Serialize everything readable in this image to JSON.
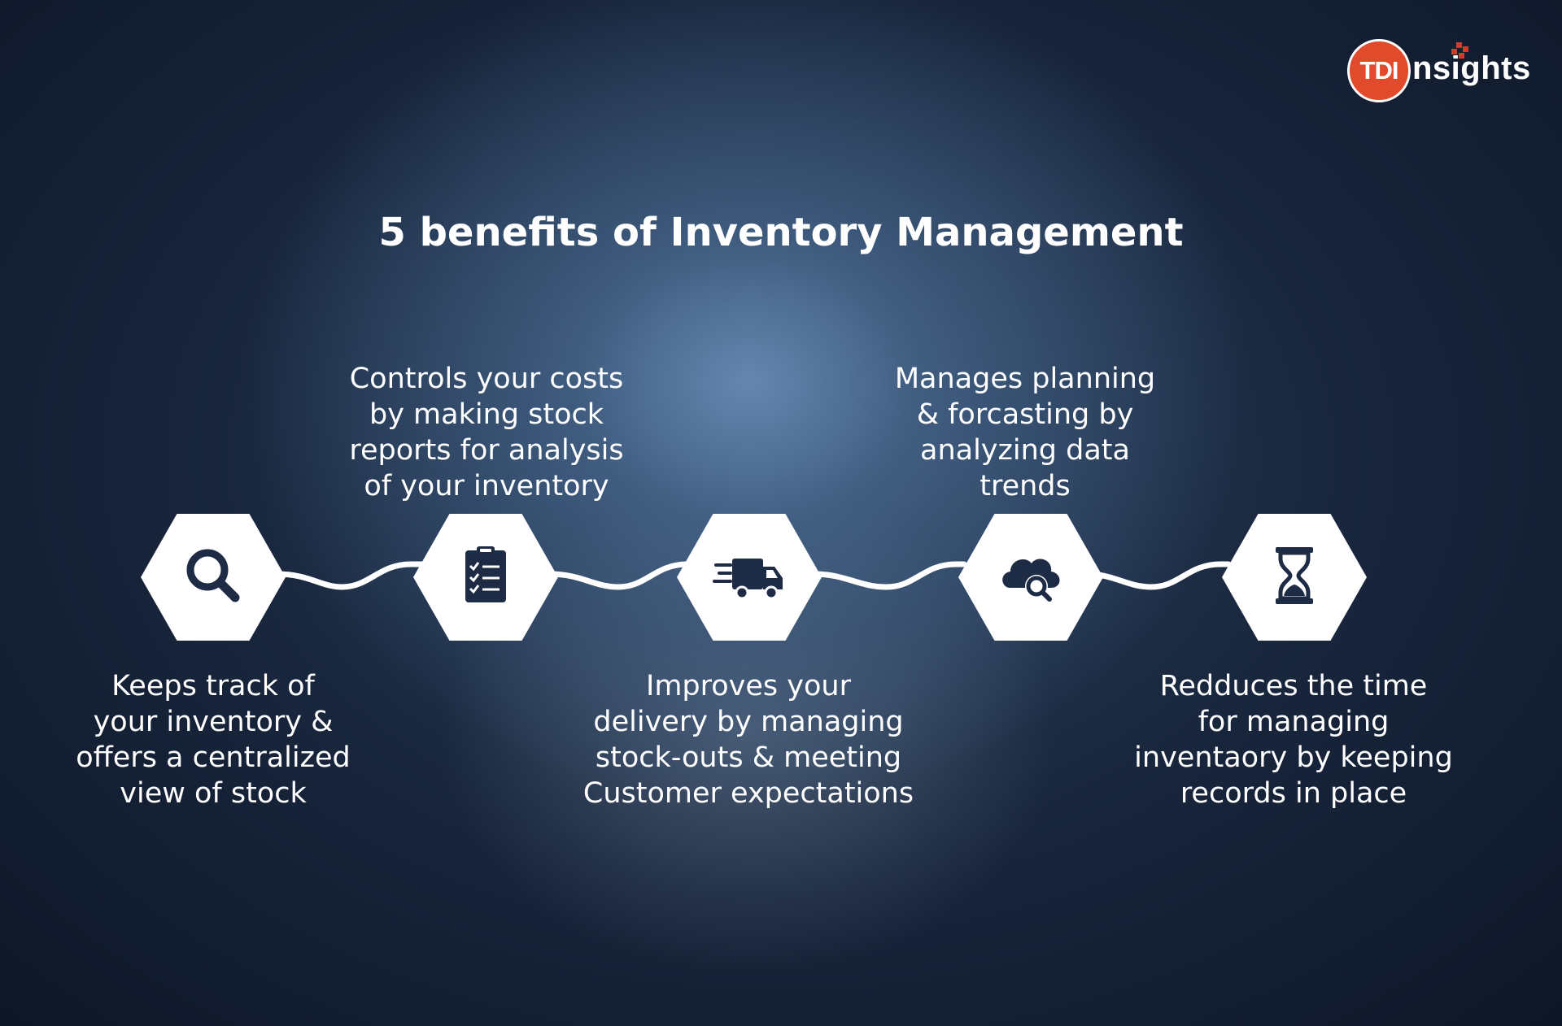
{
  "brand": {
    "logo_mark": "TDI",
    "logo_word": "nsights"
  },
  "title": "5 benefits of Inventory Management",
  "benefits": [
    {
      "icon": "search-icon",
      "lines": [
        "Keeps track of",
        "your inventory &",
        "offers a centralized",
        "view of stock"
      ]
    },
    {
      "icon": "clipboard-checklist-icon",
      "lines": [
        "Controls your costs",
        "by making stock",
        "reports for analysis",
        "of your inventory"
      ]
    },
    {
      "icon": "delivery-truck-icon",
      "lines": [
        "Improves your",
        "delivery by managing",
        "stock-outs & meeting",
        "Customer expectations"
      ]
    },
    {
      "icon": "cloud-search-icon",
      "lines": [
        "Manages planning",
        "& forcasting by",
        "analyzing data",
        "trends"
      ]
    },
    {
      "icon": "hourglass-icon",
      "lines": [
        "Redduces the time",
        "for managing",
        "inventaory by keeping",
        "records in place"
      ]
    }
  ],
  "colors": {
    "icon": "#1e2b44",
    "hex_fill": "#ffffff",
    "logo_red": "#e24a2c"
  }
}
